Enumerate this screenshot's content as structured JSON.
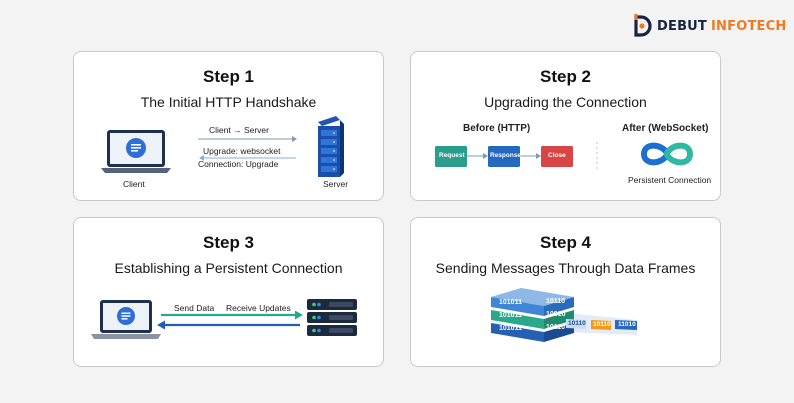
{
  "brand": {
    "name_primary": "DEBUT",
    "name_secondary": "INFOTECH",
    "icon": "debut-d-icon",
    "colors": {
      "navy": "#1b2340",
      "orange": "#f07a22"
    }
  },
  "steps": [
    {
      "title": "Step 1",
      "subtitle": "The Initial HTTP Handshake",
      "client_label": "Client",
      "server_label": "Server",
      "arrow_request": "Client → Server",
      "arrow_response_line1": "Upgrade: websocket",
      "arrow_response_line2": "Connection: Upgrade"
    },
    {
      "title": "Step 2",
      "subtitle": "Upgrading the Connection",
      "before_label": "Before (HTTP)",
      "after_label": "After (WebSocket)",
      "flow": [
        "Request",
        "Response",
        "Close"
      ],
      "persistent_label": "Persistent Connection"
    },
    {
      "title": "Step 3",
      "subtitle": "Establishing a Persistent Connection",
      "send_label": "Send Data",
      "receive_label": "Receive Updates"
    },
    {
      "title": "Step 4",
      "subtitle": "Sending Messages Through Data Frames",
      "layer_bits": [
        "101011",
        "10110",
        "101011",
        "10010",
        "101011",
        "10110"
      ],
      "packets": [
        "10110",
        "10110",
        "11010"
      ]
    }
  ]
}
